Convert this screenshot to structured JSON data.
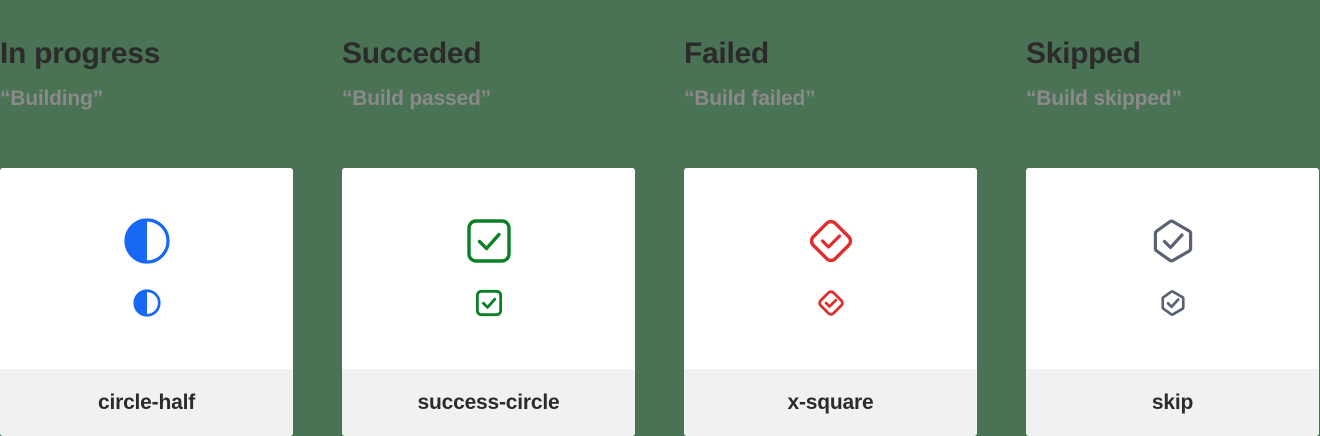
{
  "background_color": "#4A7254",
  "columns": [
    {
      "title": "In progress",
      "subtitle": "“Building”",
      "icon_name": "circle-half",
      "icon_label": "circle-half",
      "icon_color": "#1668F5"
    },
    {
      "title": "Succeded",
      "subtitle": "“Build passed”",
      "icon_name": "success-circle",
      "icon_label": "success-circle",
      "icon_color": "#0A8026"
    },
    {
      "title": "Failed",
      "subtitle": "“Build failed”",
      "icon_name": "x-square",
      "icon_label": "x-square",
      "icon_color": "#E02D2D"
    },
    {
      "title": "Skipped",
      "subtitle": "“Build skipped”",
      "icon_name": "skip",
      "icon_label": "skip",
      "icon_color": "#5A6272"
    }
  ],
  "colors": {
    "title_text": "#2B2B2B",
    "subtitle_text": "#8A8A8A",
    "card_background": "#FFFFFF",
    "footer_background": "#F1F1F1",
    "label_text": "#2B2B2B"
  }
}
